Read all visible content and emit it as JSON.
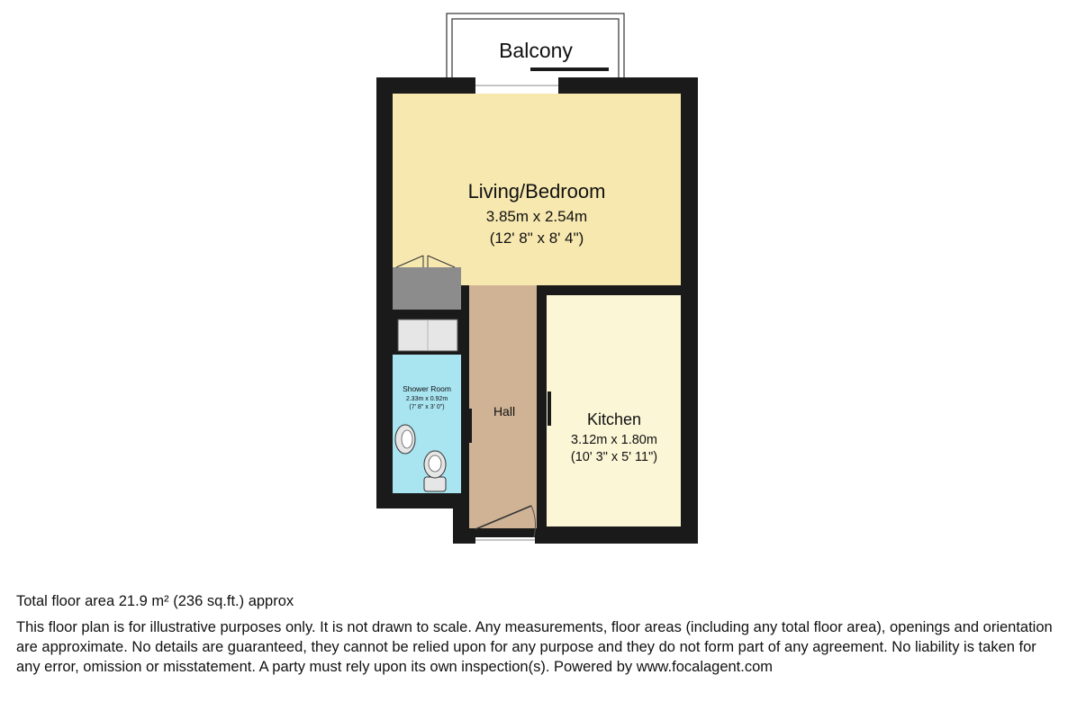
{
  "plan": {
    "balcony": {
      "label": "Balcony"
    },
    "rooms": [
      {
        "id": "living",
        "name": "Living/Bedroom",
        "metric": "3.85m x 2.54m",
        "imperial": "(12' 8\" x 8' 4\")",
        "color": "#f7e8af"
      },
      {
        "id": "kitchen",
        "name": "Kitchen",
        "metric": "3.12m x 1.80m",
        "imperial": "(10' 3\" x 5' 11\")",
        "color": "#fbf6d6"
      },
      {
        "id": "shower",
        "name": "Shower Room",
        "metric": "2.33m x 0.92m",
        "imperial": "(7' 8\" x 3' 0\")",
        "color": "#a9e4f1"
      },
      {
        "id": "hall",
        "name": "Hall",
        "color": "#cfb394"
      }
    ],
    "colors": {
      "wall": "#1a1a1a",
      "cupboard": "#8c8c8c",
      "fixture": "#e6e6e6"
    }
  },
  "footer": {
    "total_area": "Total floor area 21.9 m² (236 sq.ft.) approx",
    "disclaimer": "This floor plan is for illustrative purposes only. It is not drawn to scale. Any measurements, floor areas (including any total floor area), openings and orientation are approximate. No details are guaranteed, they cannot be relied upon for any purpose and they do not form part of any agreement. No liability is taken for any error, omission or misstatement. A party must rely upon its own inspection(s). Powered by www.focalagent.com"
  }
}
